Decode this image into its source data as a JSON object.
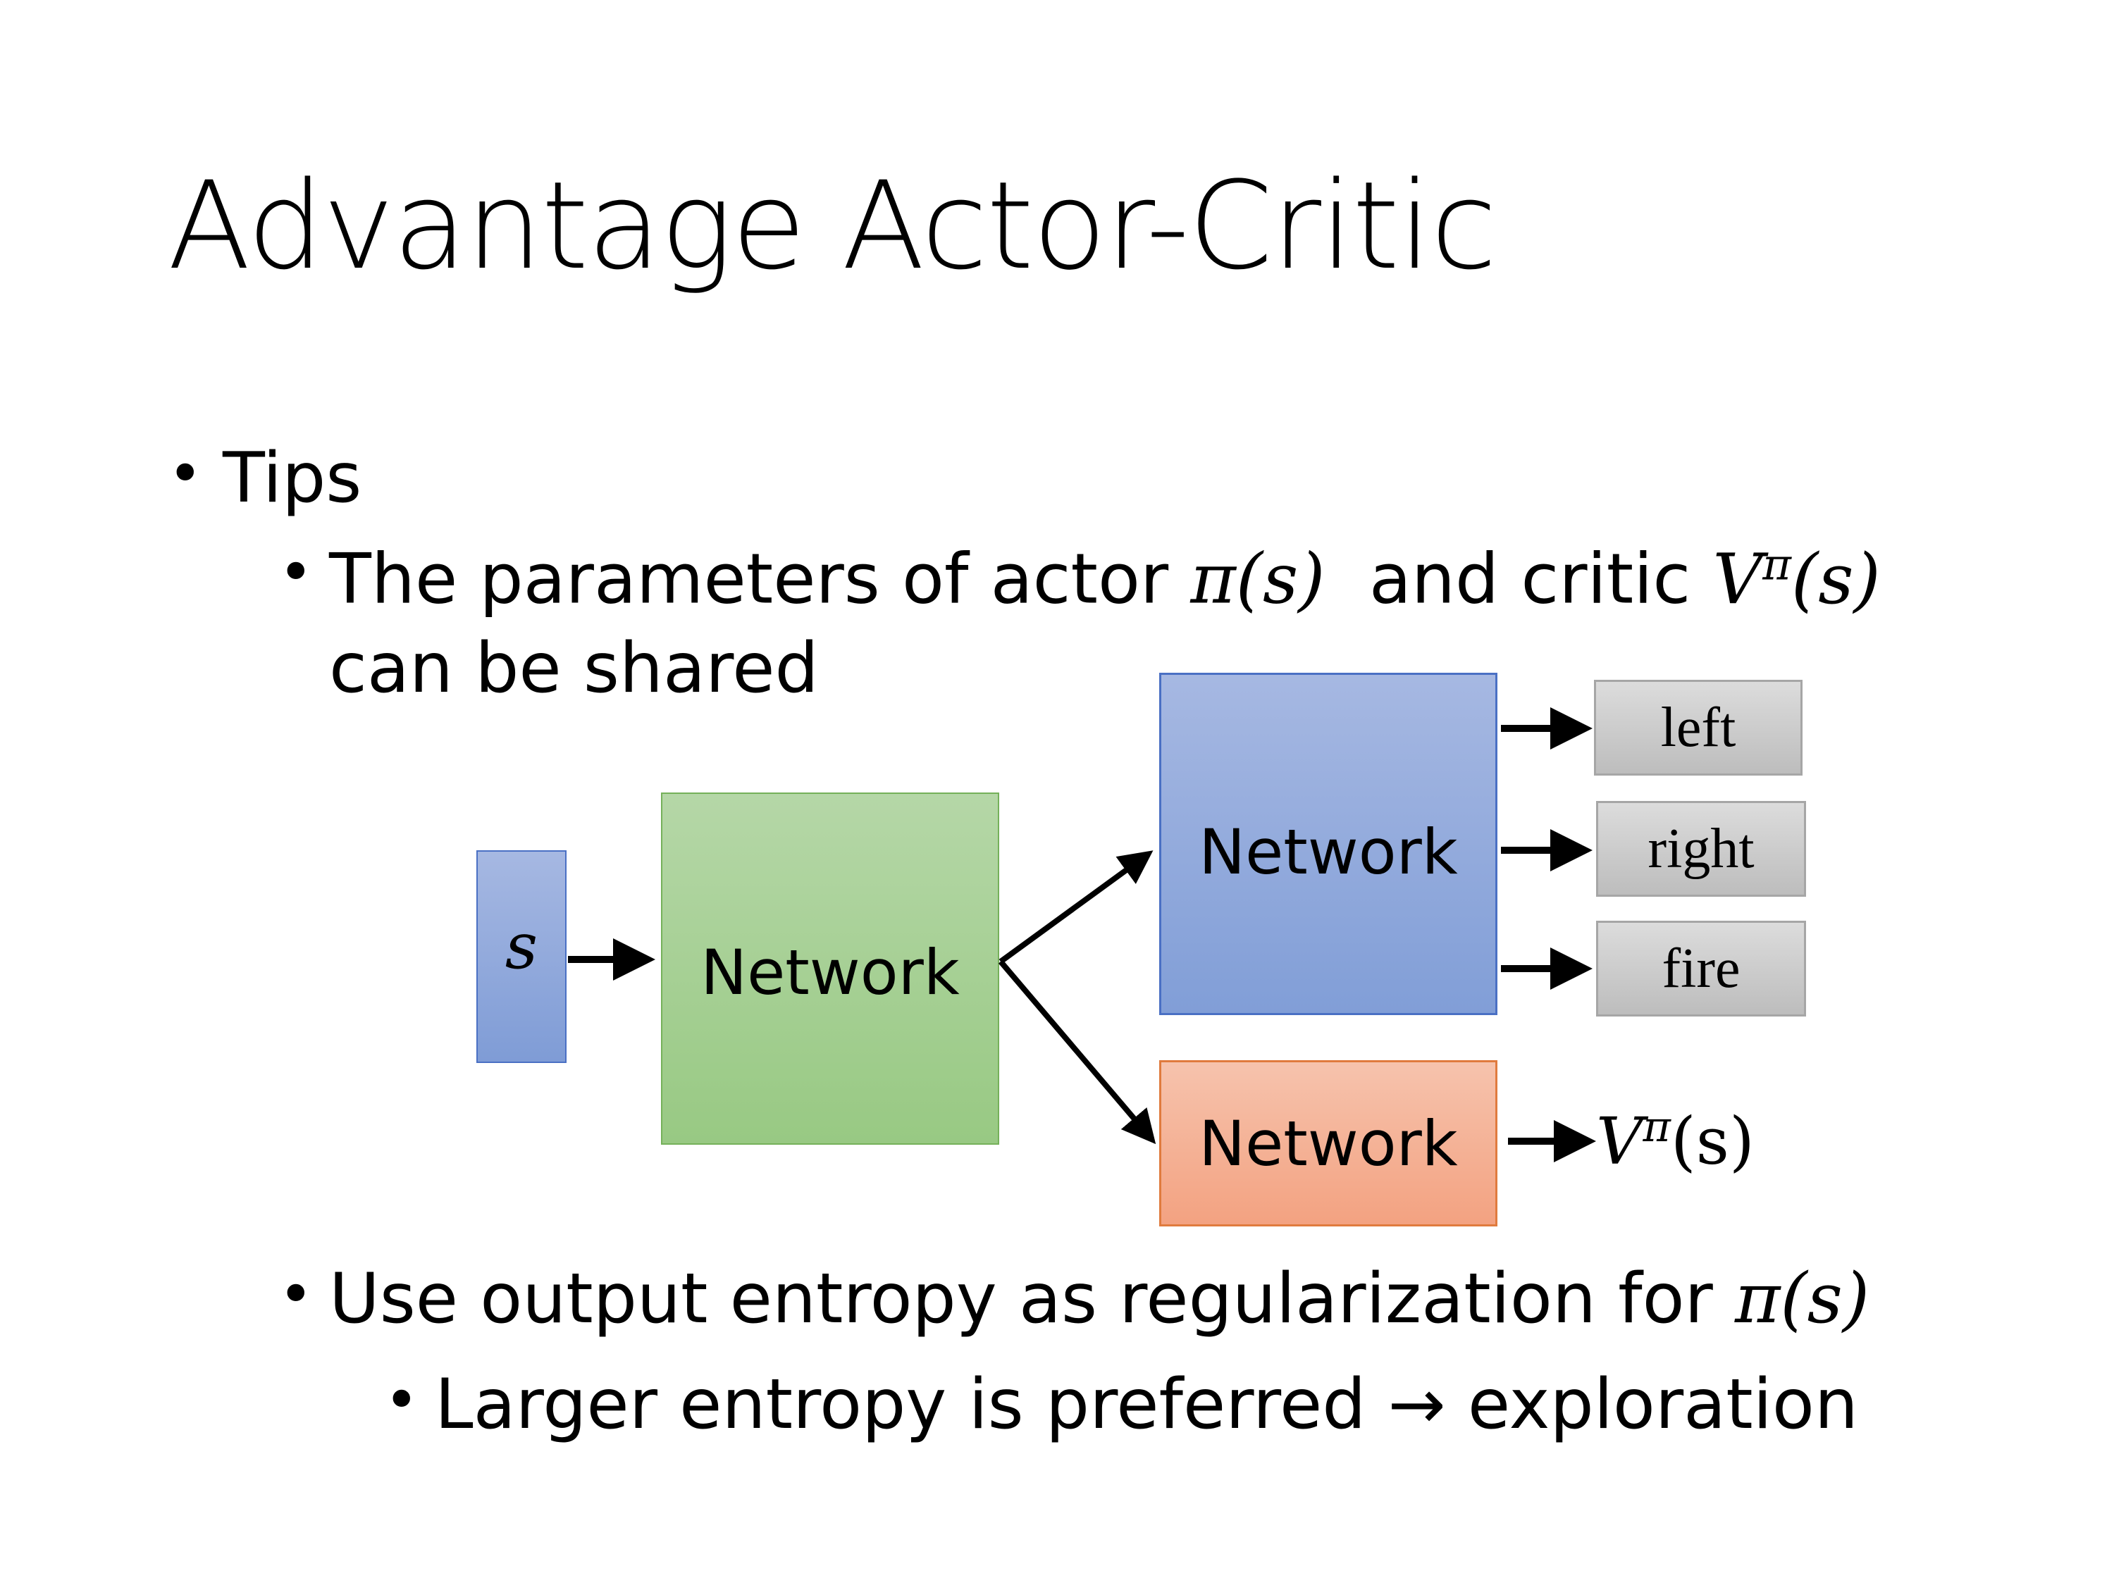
{
  "slide": {
    "title": "Advantage Actor-Critic",
    "bullet_symbol": "•",
    "bullets": [
      {
        "text": "Tips"
      },
      {
        "text_before": "The parameters of actor ",
        "actor_symbol": "π(s)",
        "text_middle": "  and critic ",
        "critic_symbol_base": "V",
        "critic_symbol_sup": "π",
        "critic_symbol_arg": "(s)",
        "text_line2": "can be shared"
      },
      {
        "text_before": "Use output entropy as regularization for ",
        "actor_symbol": "π(s)"
      },
      {
        "text": "Larger entropy is preferred → exploration"
      }
    ]
  },
  "diagram": {
    "input_label": "s",
    "shared_network_label": "Network",
    "actor_network_label": "Network",
    "critic_network_label": "Network",
    "actions": [
      "left",
      "right",
      "fire"
    ],
    "value_output": {
      "base": "V",
      "sup": "π",
      "arg": "(s)"
    },
    "colors": {
      "input": "#8fa9dc",
      "shared_network": "#a6d08f",
      "actor_network": "#92abdd",
      "critic_network": "#f4b294",
      "action_box": "#cfcfcf"
    }
  }
}
